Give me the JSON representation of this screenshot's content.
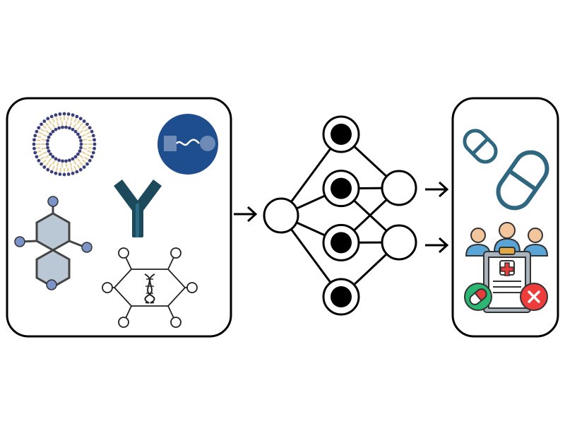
{
  "diagram": {
    "input_panel": {
      "icons": [
        "liposome-icon",
        "protac-icon",
        "antibody-icon",
        "small-molecule-icon",
        "dna-hexagon-icon"
      ],
      "colors": {
        "lipid_head": "#3a3f7a",
        "lipid_tail": "#e9cf95",
        "protac_bg": "#1f4e8f",
        "antibody": "#1c4a5c",
        "molecule_node": "#7b93c8",
        "molecule_ring": "#b9c8d4"
      }
    },
    "network": {
      "layers": [
        1,
        4,
        2
      ],
      "filled_color": "#000000",
      "ring_color": "#000000"
    },
    "output_panel": {
      "icons": [
        "small-pill-icon",
        "large-pill-icon",
        "clinical-trial-icon"
      ],
      "colors": {
        "pill": "#2f6680",
        "person_head": "#f2c59c",
        "person_body": "#5aa5d8",
        "cross": "#e53c3c",
        "check_circle": "#2bb673",
        "reject_circle": "#ee3b3b"
      }
    }
  }
}
